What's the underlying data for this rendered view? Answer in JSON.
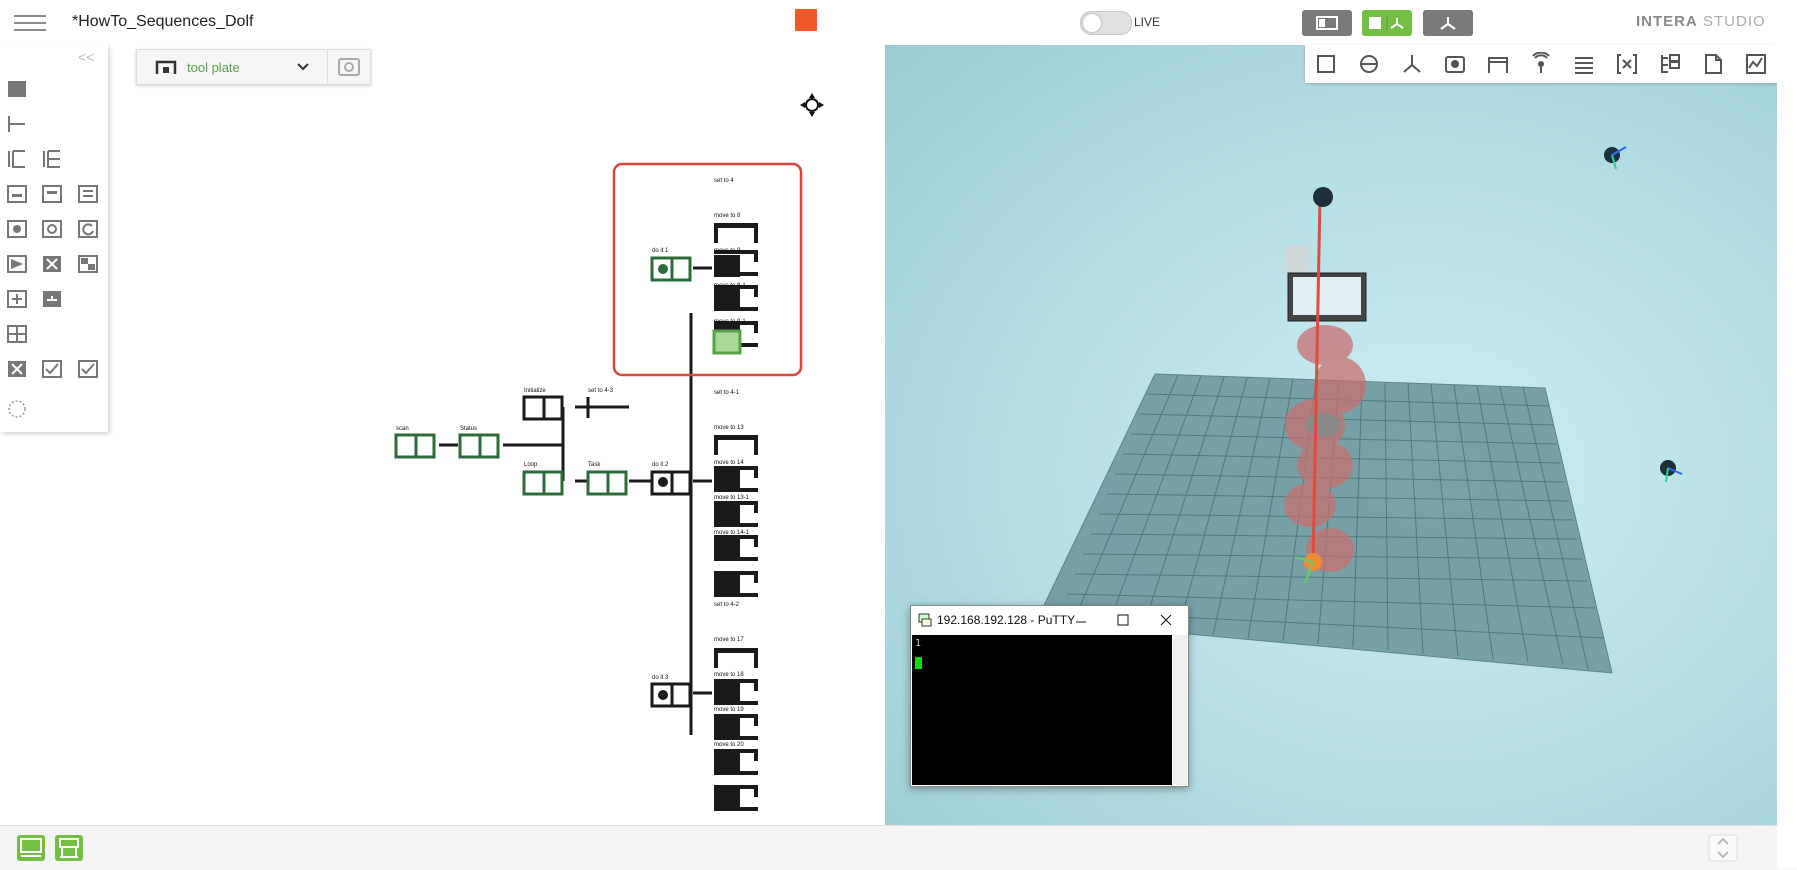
{
  "header": {
    "title": "*HowTo_Sequences_Dolf",
    "live_label": "LIVE",
    "brand_strong": "INTERA",
    "brand_light": " STUDIO"
  },
  "left_panel": {
    "collapse_label": "<<"
  },
  "tool_selector": {
    "value": "tool plate"
  },
  "behavior_tree": {
    "nodes": {
      "scan": "scan",
      "status": "Status",
      "initialize": "Initialize",
      "set_to_4_3": "set to 4-3",
      "loop": "Loop",
      "task": "Task",
      "do_it_1": "do it 1",
      "do_it_2": "do it 2",
      "do_it_3": "do it 3",
      "set_to_4": "set to 4",
      "move_to_8": "move to 8",
      "move_to_9": "move to 9",
      "move_to_8_1": "move to 8-1",
      "move_to_9_1": "move to 9-1",
      "set_to_4_1": "set to 4-1",
      "move_to_13": "move to 13",
      "move_to_14": "move to 14",
      "move_to_13_1": "move to 13-1",
      "move_to_14_1": "move to 14-1",
      "set_to_4_2": "set to 4-2",
      "move_to_17": "move to 17",
      "move_to_18": "move to 18",
      "move_to_19": "move to 19",
      "move_to_20": "move to 20"
    }
  },
  "putty": {
    "title": "192.168.192.128 - PuTTY",
    "line1": "1"
  },
  "colors": {
    "accent_green": "#5aa04a",
    "node_green": "#2e6b3a",
    "stop_orange": "#f05a28",
    "selection_red": "#d9473b"
  }
}
